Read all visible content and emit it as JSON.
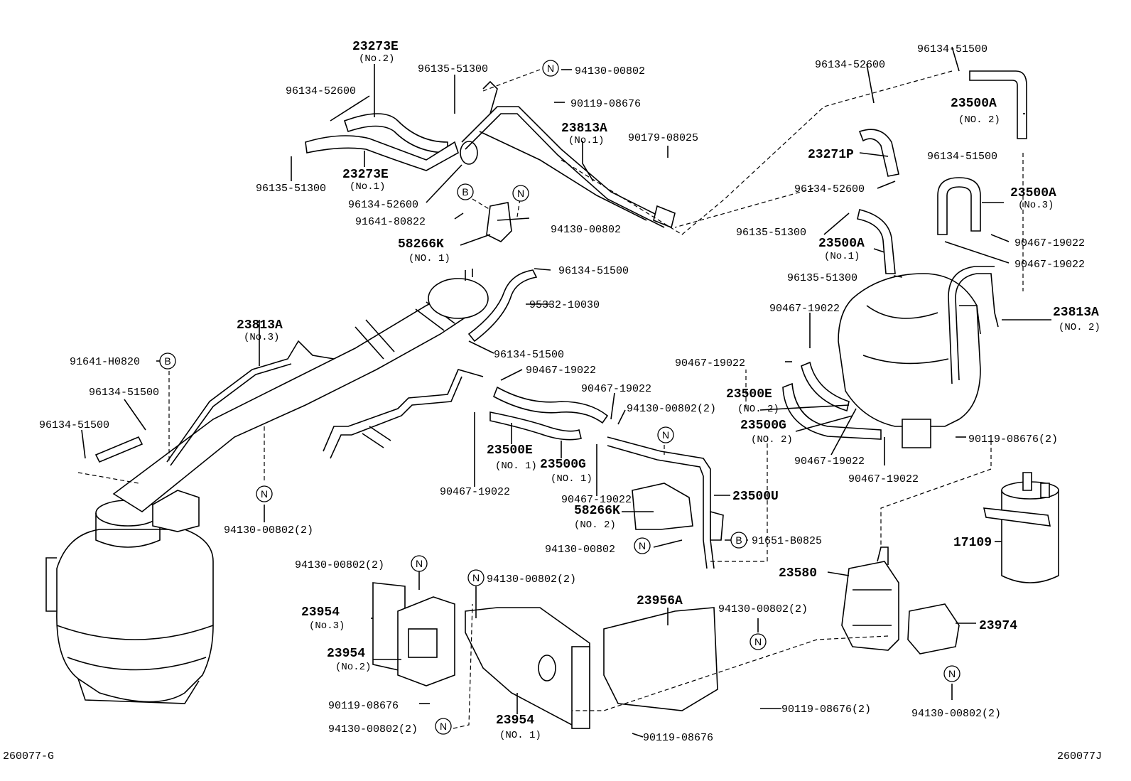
{
  "diagram_id_left": "260077-G",
  "diagram_id_right": "260077J",
  "markers": {
    "N": "N",
    "B": "B"
  },
  "parts": [
    {
      "id": "p1",
      "code": "23273E",
      "sub": "(No.2)"
    },
    {
      "id": "p2",
      "code": "96135-51300"
    },
    {
      "id": "p3",
      "code": "94130-00802"
    },
    {
      "id": "p4",
      "code": "96134-52600"
    },
    {
      "id": "p5",
      "code": "90119-08676"
    },
    {
      "id": "p6",
      "code": "23813A",
      "sub": "(No.1)"
    },
    {
      "id": "p7",
      "code": "90179-08025"
    },
    {
      "id": "p8",
      "code": "23273E",
      "sub": "(No.1)"
    },
    {
      "id": "p9",
      "code": "96135-51300"
    },
    {
      "id": "p10",
      "code": "96134-52600"
    },
    {
      "id": "p11",
      "code": "91641-80822"
    },
    {
      "id": "p12",
      "code": "94130-00802"
    },
    {
      "id": "p13",
      "code": "58266K",
      "sub": "(NO. 1)"
    },
    {
      "id": "p14",
      "code": "96134-52600"
    },
    {
      "id": "p15",
      "code": "96134-51500"
    },
    {
      "id": "p16",
      "code": "23500A",
      "sub": "(NO. 2)"
    },
    {
      "id": "p17",
      "code": "23271P"
    },
    {
      "id": "p18",
      "code": "96134-51500"
    },
    {
      "id": "p19",
      "code": "96134-52600"
    },
    {
      "id": "p20",
      "code": "23500A",
      "sub": "(No.3)"
    },
    {
      "id": "p21",
      "code": "96135-51300"
    },
    {
      "id": "p22",
      "code": "90467-19022"
    },
    {
      "id": "p23",
      "code": "23500A",
      "sub": "(No.1)"
    },
    {
      "id": "p24",
      "code": "90467-19022"
    },
    {
      "id": "p25",
      "code": "96135-51300"
    },
    {
      "id": "p26",
      "code": "96134-51500"
    },
    {
      "id": "p27",
      "code": "95332-10030"
    },
    {
      "id": "p28",
      "code": "23813A",
      "sub": "(No.3)"
    },
    {
      "id": "p29",
      "code": "90467-19022"
    },
    {
      "id": "p30",
      "code": "23813A",
      "sub": "(NO. 2)"
    },
    {
      "id": "p31",
      "code": "96134-51500"
    },
    {
      "id": "p32",
      "code": "91641-H0820"
    },
    {
      "id": "p33",
      "code": "90467-19022"
    },
    {
      "id": "p34",
      "code": "90467-19022"
    },
    {
      "id": "p35",
      "code": "96134-51500"
    },
    {
      "id": "p36",
      "code": "90467-19022"
    },
    {
      "id": "p37",
      "code": "23500E",
      "sub": "(NO. 2)"
    },
    {
      "id": "p38",
      "code": "94130-00802(2)"
    },
    {
      "id": "p39",
      "code": "96134-51500"
    },
    {
      "id": "p40",
      "code": "23500G",
      "sub": "(NO. 2)"
    },
    {
      "id": "p41",
      "code": "23500E",
      "sub": "(NO. 1)"
    },
    {
      "id": "p42",
      "code": "23500G",
      "sub": "(NO. 1)"
    },
    {
      "id": "p43",
      "code": "90467-19022"
    },
    {
      "id": "p44",
      "code": "90467-19022"
    },
    {
      "id": "p45",
      "code": "90119-08676(2)"
    },
    {
      "id": "p46",
      "code": "90467-19022"
    },
    {
      "id": "p47",
      "code": "90467-19022"
    },
    {
      "id": "p48",
      "code": "23500U"
    },
    {
      "id": "p49",
      "code": "94130-00802(2)"
    },
    {
      "id": "p50",
      "code": "58266K",
      "sub": "(NO. 2)"
    },
    {
      "id": "p51",
      "code": "17109"
    },
    {
      "id": "p52",
      "code": "94130-00802"
    },
    {
      "id": "p53",
      "code": "91651-B0825"
    },
    {
      "id": "p54",
      "code": "94130-00802(2)"
    },
    {
      "id": "p55",
      "code": "94130-00802(2)"
    },
    {
      "id": "p56",
      "code": "23580"
    },
    {
      "id": "p57",
      "code": "23956A"
    },
    {
      "id": "p58",
      "code": "94130-00802(2)"
    },
    {
      "id": "p59",
      "code": "23954",
      "sub": "(No.3)"
    },
    {
      "id": "p60",
      "code": "23974"
    },
    {
      "id": "p61",
      "code": "23954",
      "sub": "(No.2)"
    },
    {
      "id": "p62",
      "code": "90119-08676"
    },
    {
      "id": "p63",
      "code": "90119-08676(2)"
    },
    {
      "id": "p64",
      "code": "94130-00802(2)"
    },
    {
      "id": "p65",
      "code": "23954",
      "sub": "(NO. 1)"
    },
    {
      "id": "p66",
      "code": "94130-00802(2)"
    },
    {
      "id": "p67",
      "code": "90119-08676"
    }
  ]
}
